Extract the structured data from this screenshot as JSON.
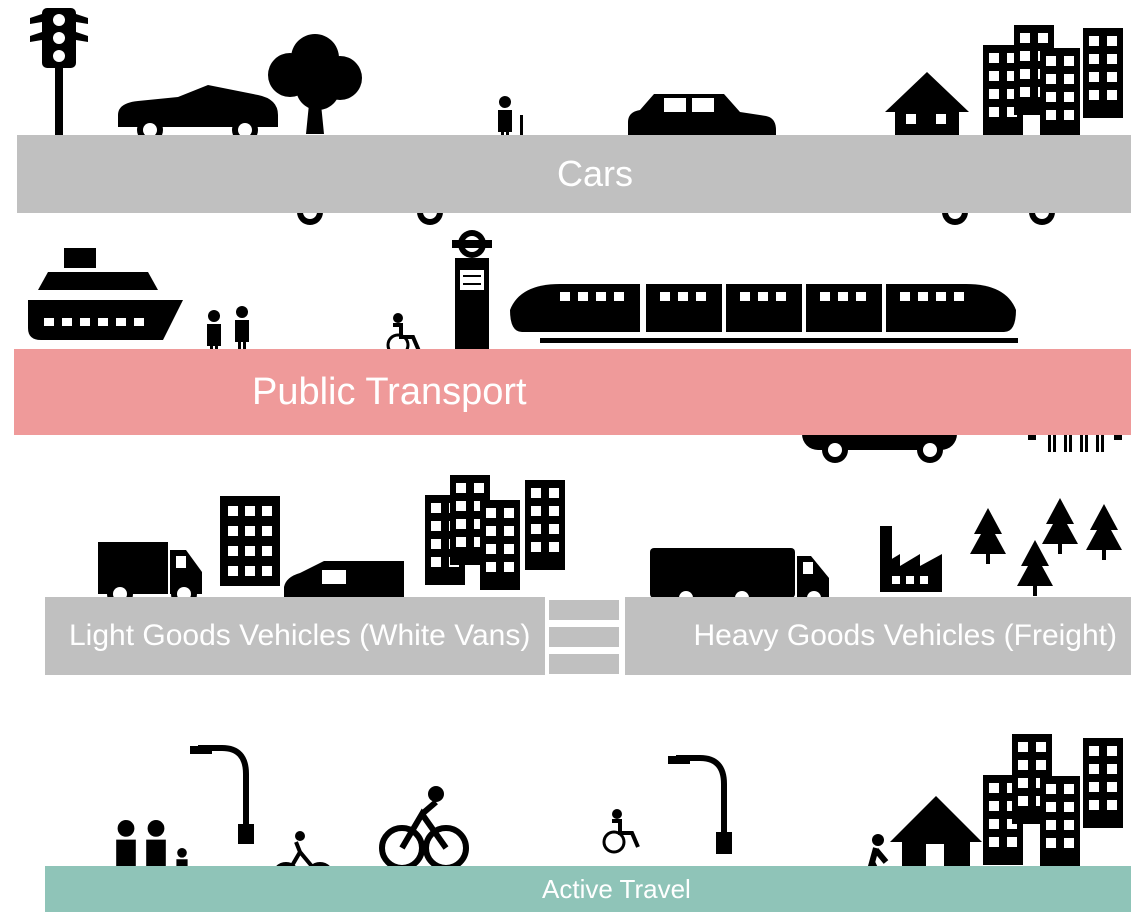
{
  "bands": {
    "cars": "Cars",
    "public_transport": "Public Transport",
    "lgv": "Light Goods Vehicles (White Vans)",
    "hgv": "Heavy Goods Vehicles (Freight)",
    "active_travel": "Active Travel"
  },
  "colors": {
    "road_grey": "#c0c0c0",
    "public_transport_pink": "#ef9a9a",
    "active_travel_teal": "#8fc4b8",
    "water_light": "#f7c6c6",
    "icon_black": "#000000",
    "label_white": "#ffffff"
  },
  "icons": [
    "traffic-light-icon",
    "convertible-car-icon",
    "tree-icon",
    "elderly-pedestrian-icon",
    "taxi-icon",
    "people-carrier-van-icon",
    "houses-icon",
    "office-buildings-icon",
    "hatchback-car-icon",
    "ferry-icon",
    "water-waves-icon",
    "family-walking-icon",
    "wheelchair-user-icon",
    "station-sign-icon",
    "train-icon",
    "bus-icon",
    "bus-large-icon",
    "bus-shelter-icon",
    "box-van-icon",
    "apartment-block-icon",
    "small-van-icon",
    "city-buildings-icon",
    "lorry-icon",
    "factory-icon",
    "pine-trees-icon",
    "family-icon",
    "street-lamp-icon",
    "cyclist-icon",
    "pedestrian-icon",
    "house-icon"
  ]
}
